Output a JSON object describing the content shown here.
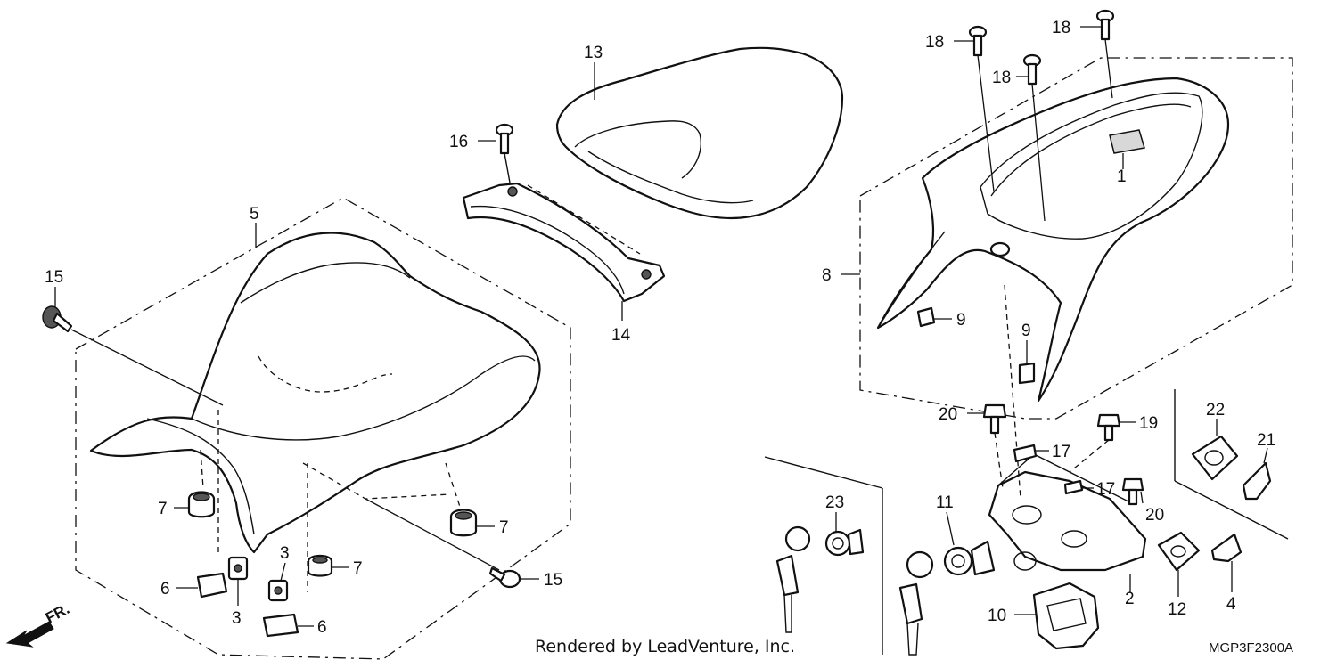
{
  "diagram": {
    "callouts": [
      {
        "id": "c1",
        "label": "1"
      },
      {
        "id": "c2",
        "label": "2"
      },
      {
        "id": "c3a",
        "label": "3"
      },
      {
        "id": "c3b",
        "label": "3"
      },
      {
        "id": "c4",
        "label": "4"
      },
      {
        "id": "c5",
        "label": "5"
      },
      {
        "id": "c6a",
        "label": "6"
      },
      {
        "id": "c6b",
        "label": "6"
      },
      {
        "id": "c7a",
        "label": "7"
      },
      {
        "id": "c7b",
        "label": "7"
      },
      {
        "id": "c7c",
        "label": "7"
      },
      {
        "id": "c8",
        "label": "8"
      },
      {
        "id": "c9a",
        "label": "9"
      },
      {
        "id": "c9b",
        "label": "9"
      },
      {
        "id": "c10",
        "label": "10"
      },
      {
        "id": "c11",
        "label": "11"
      },
      {
        "id": "c12",
        "label": "12"
      },
      {
        "id": "c13",
        "label": "13"
      },
      {
        "id": "c14",
        "label": "14"
      },
      {
        "id": "c15a",
        "label": "15"
      },
      {
        "id": "c15b",
        "label": "15"
      },
      {
        "id": "c16",
        "label": "16"
      },
      {
        "id": "c17a",
        "label": "17"
      },
      {
        "id": "c17b",
        "label": "17"
      },
      {
        "id": "c18a",
        "label": "18"
      },
      {
        "id": "c18b",
        "label": "18"
      },
      {
        "id": "c18c",
        "label": "18"
      },
      {
        "id": "c19",
        "label": "19"
      },
      {
        "id": "c20a",
        "label": "20"
      },
      {
        "id": "c20b",
        "label": "20"
      },
      {
        "id": "c21",
        "label": "21"
      },
      {
        "id": "c22",
        "label": "22"
      },
      {
        "id": "c23",
        "label": "23"
      }
    ],
    "direction_label": "FR.",
    "credit": "Rendered by LeadVenture, Inc.",
    "diagram_code": "MGP3F2300A"
  }
}
